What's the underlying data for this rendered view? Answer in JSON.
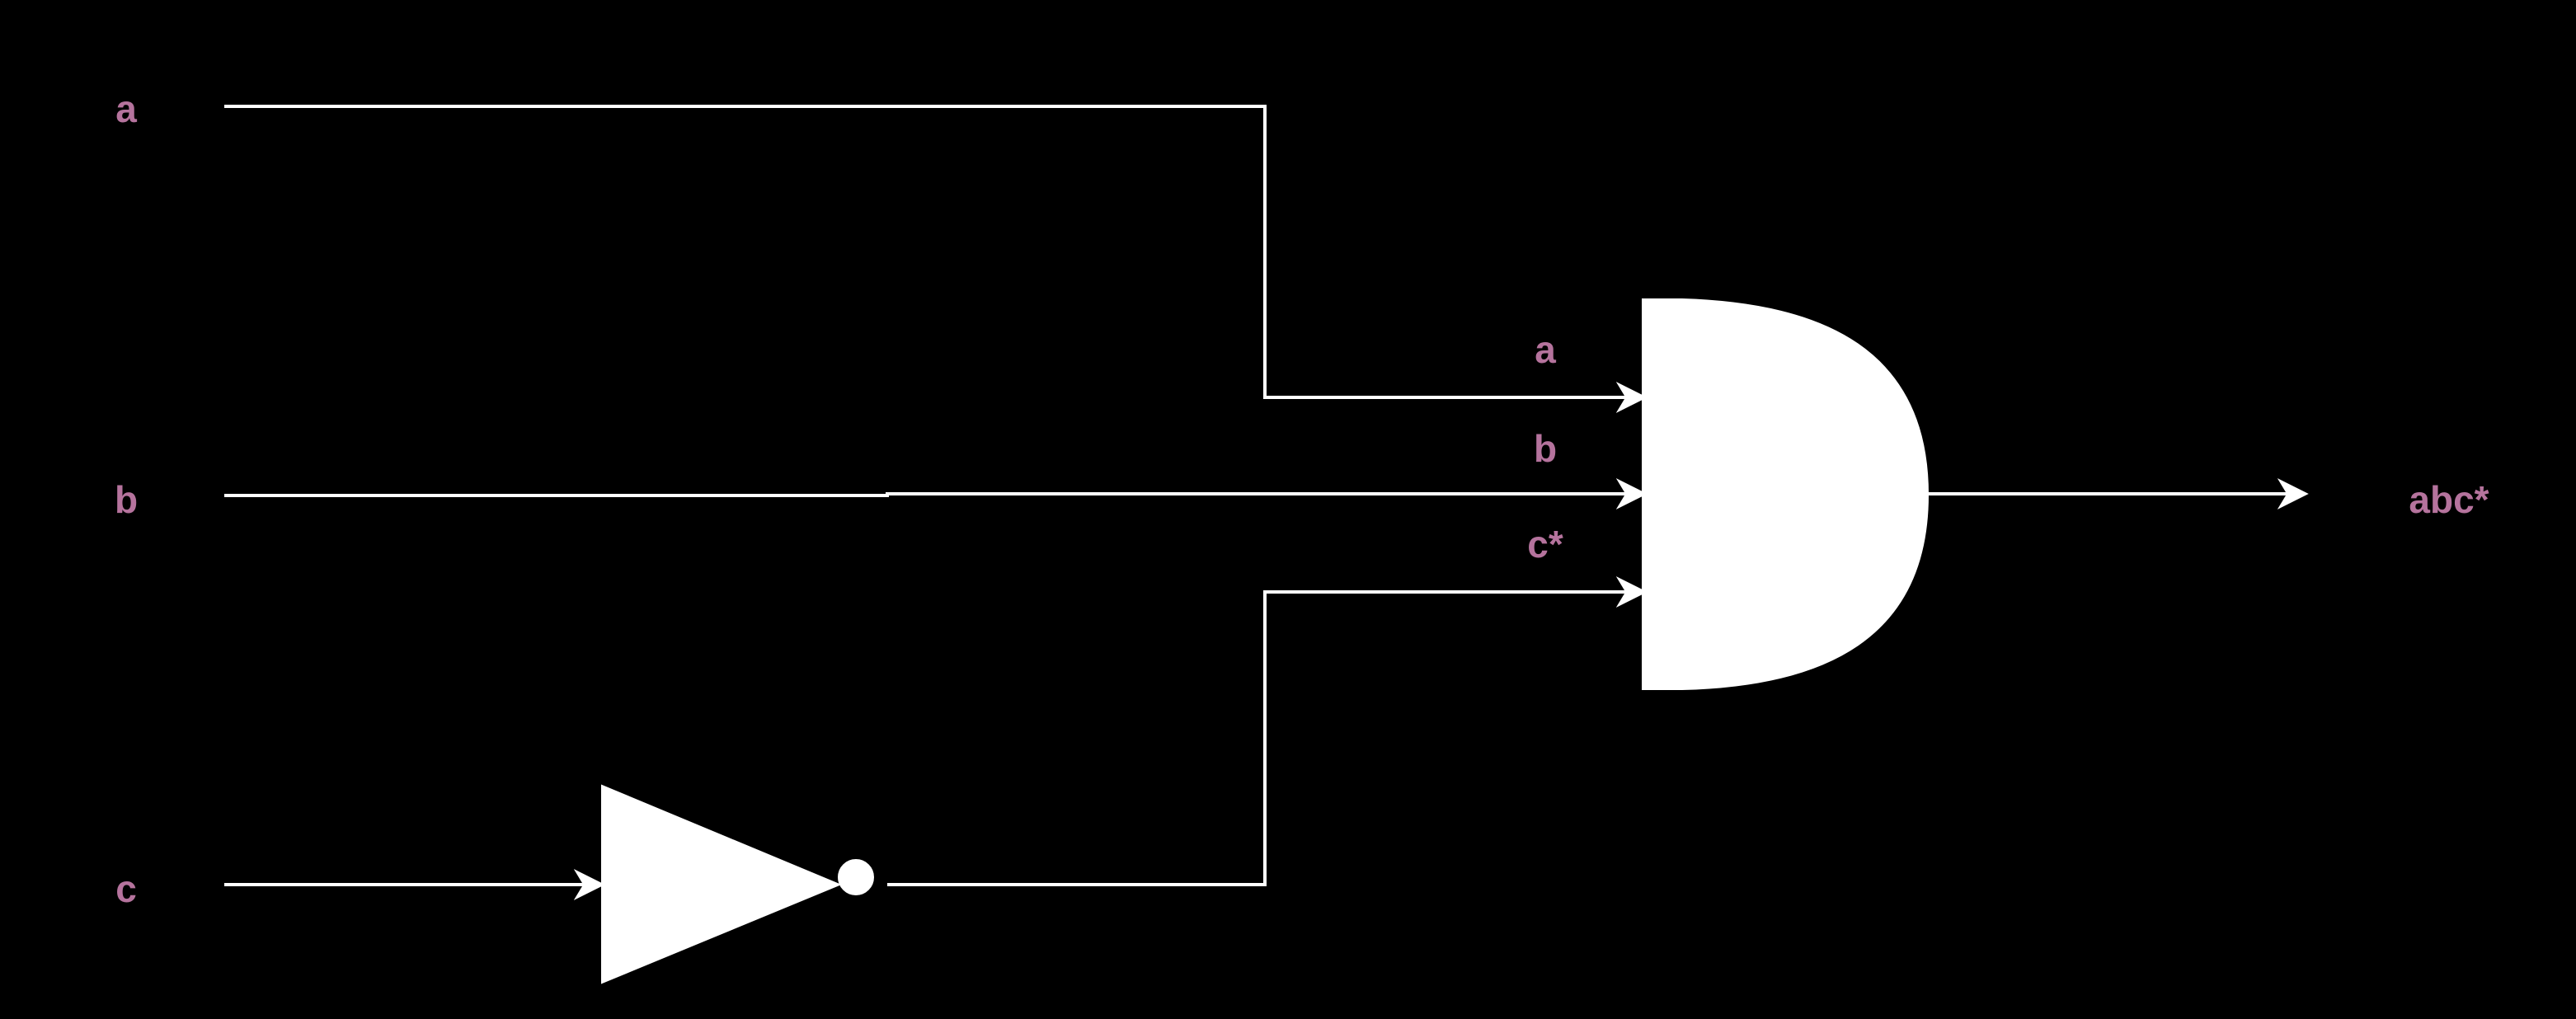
{
  "colors": {
    "background": "#000000",
    "line": "#ffffff",
    "label": "#b5739d"
  },
  "inputs": {
    "a": "a",
    "b": "b",
    "c": "c"
  },
  "and_gate_inputs": {
    "a": "a",
    "b": "b",
    "c_not": "c*"
  },
  "output": {
    "label": "abc*"
  }
}
